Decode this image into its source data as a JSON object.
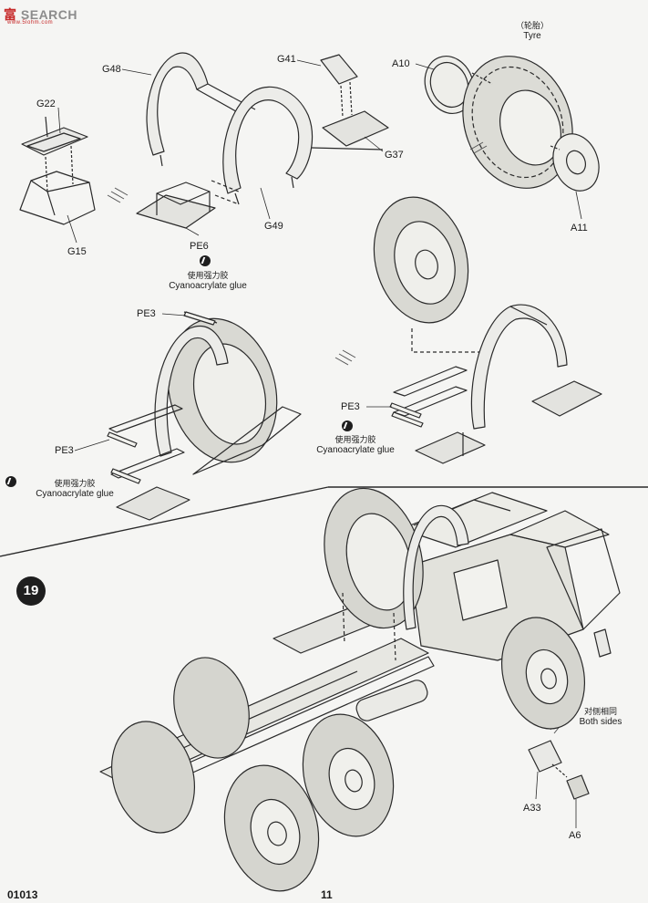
{
  "watermark": {
    "brand": "富",
    "word": "SEARCH",
    "url": "www.5lohm.com"
  },
  "steps": {
    "step19": "19"
  },
  "parts": {
    "g48": "G48",
    "g41": "G41",
    "g22": "G22",
    "g37": "G37",
    "g15": "G15",
    "g49": "G49",
    "pe6": "PE6",
    "a10": "A10",
    "a11": "A11",
    "pe3_a": "PE3",
    "pe3_b": "PE3",
    "pe3_c": "PE3",
    "a33": "A33",
    "a6": "A6"
  },
  "notes": {
    "tyre_cn": "（轮胎）",
    "tyre_en": "Tyre",
    "glue_cn": "使用强力胶",
    "glue_en": "Cyanoacrylate glue",
    "both_sides_cn": "对侧相同",
    "both_sides_en": "Both sides"
  },
  "footer": {
    "code": "01013",
    "page": "11"
  },
  "icons": [
    "glue-icon",
    "assembly-arrow-icon",
    "step-badge"
  ]
}
